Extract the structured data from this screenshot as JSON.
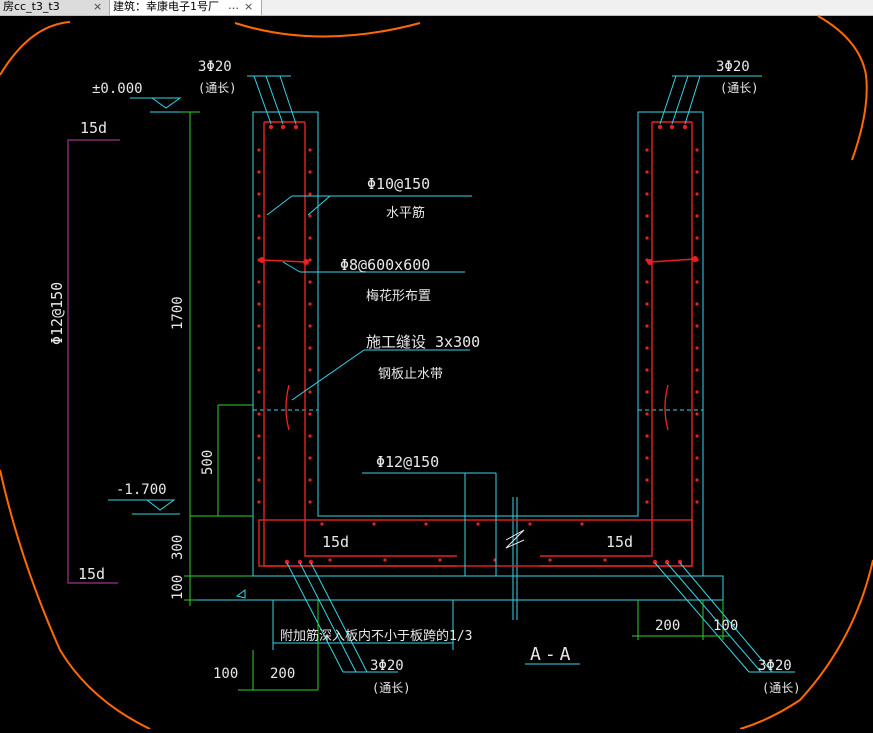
{
  "tabs": [
    {
      "label": "房cc_t3_t3",
      "close": "×"
    },
    {
      "label": "建筑：幸康电子1号厂",
      "close": "×",
      "more": "…"
    }
  ],
  "drawing": {
    "section_title": "A-A",
    "level_top": "±0.000",
    "level_bottom": "-1.700",
    "top_bar_left": "3Φ20",
    "top_bar_left_note": "(通长)",
    "top_bar_right": "3Φ20",
    "top_bar_right_note": "(通长)",
    "horizontal_bar": "Φ10@150",
    "horizontal_bar_note": "水平筋",
    "tie_bar": "Φ8@600x600",
    "tie_bar_note": "梅花形布置",
    "joint": "施工缝设 3x300",
    "joint_note": "钢板止水带",
    "slab_bar": "Φ12@150",
    "vertical_bar": "Φ12@150",
    "anchor_top": "15d",
    "anchor_bottom": "15d",
    "anchor_left": "15d",
    "anchor_right": "15d",
    "dim_1700": "1700",
    "dim_500": "500",
    "dim_300": "300",
    "dim_100": "100",
    "dim_200_left": "200",
    "dim_100_left": "100",
    "dim_200_right": "200",
    "dim_100_right": "100",
    "extra_bar_note": "附加筋深入板内不小于板跨的1/3",
    "bottom_bar_left": "3Φ20",
    "bottom_bar_left_note": "(通长)",
    "bottom_bar_right": "3Φ20",
    "bottom_bar_right_note": "(通长)"
  },
  "colors": {
    "background": "#000000",
    "concrete": "#33d6e6",
    "rebar": "#e52222",
    "dimension": "#2fd12f",
    "leader": "#33d6e6",
    "vertical_bar_line": "#c040b0",
    "boundary": "#ff6a00",
    "text": "#e8e8e8"
  }
}
